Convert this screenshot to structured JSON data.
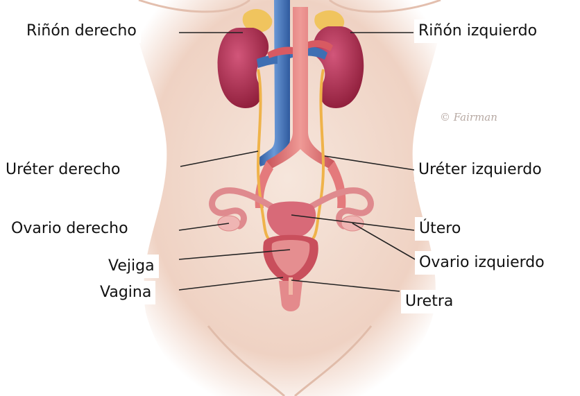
{
  "labels": {
    "rinon_derecho": "Riñón derecho",
    "rinon_izquierdo": "Riñón izquierdo",
    "ureter_derecho": "Uréter derecho",
    "ureter_izquierdo": "Uréter izquierdo",
    "ovario_derecho": "Ovario derecho",
    "utero": "Útero",
    "vejiga": "Vejiga",
    "ovario_izquierdo": "Ovario izquierdo",
    "vagina": "Vagina",
    "uretra": "Uretra"
  },
  "signature": "© Fairman",
  "colors": {
    "skin": "#f3ddd0",
    "kidney": "#b02a4a",
    "vein": "#3f6fb3",
    "artery": "#e47a7c",
    "ureter": "#efb34a",
    "fat": "#f2cf7a",
    "uterus": "#d86a78",
    "leader": "#222222"
  }
}
